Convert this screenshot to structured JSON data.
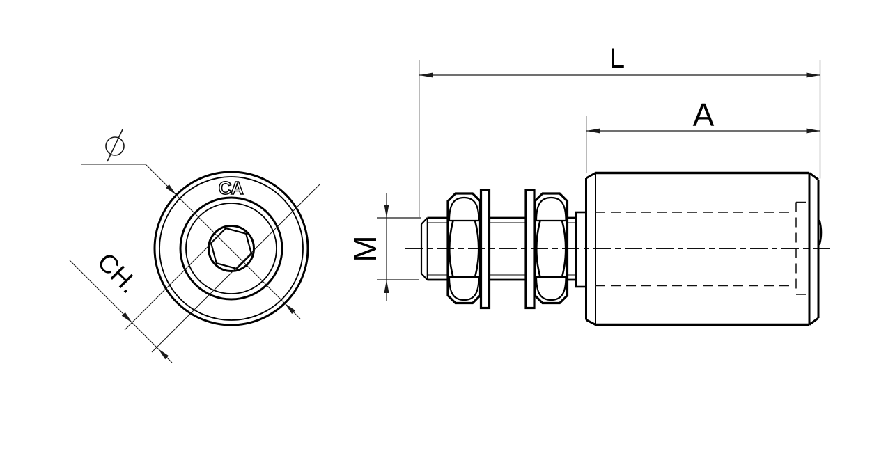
{
  "drawing": {
    "labels": {
      "overall_length": "L",
      "roller_length": "A",
      "thread_size": "M",
      "diameter_symbol": "Ø",
      "wrench_size": "CH.",
      "brand_mark": "CA"
    },
    "colors": {
      "part_line": "#000000",
      "dimension_line": "#1a1a1a",
      "background": "#ffffff"
    }
  }
}
